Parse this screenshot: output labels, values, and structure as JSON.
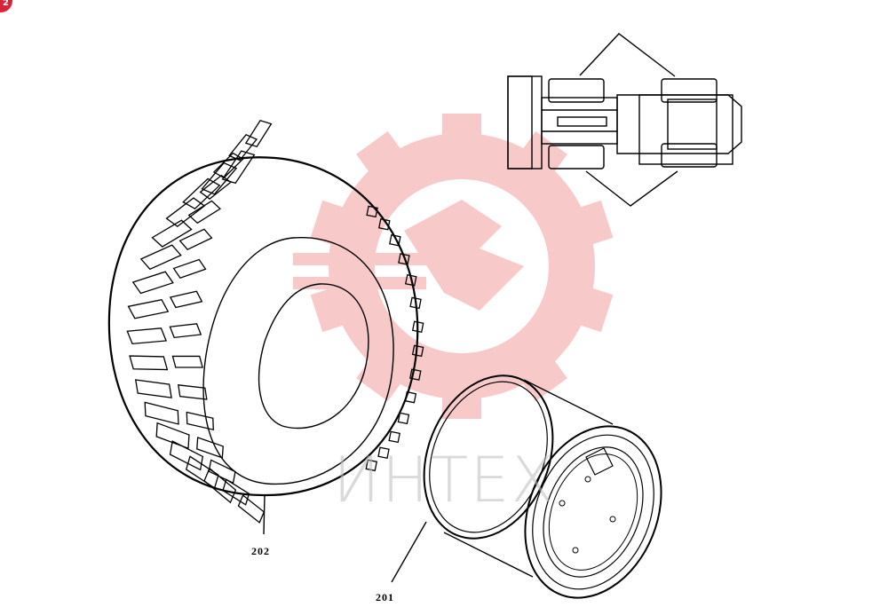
{
  "corner_badge": {
    "text": "2"
  },
  "watermark": {
    "text": "ИНТЕХ",
    "color": "#f08a8a",
    "text_color": "#bdbdbd"
  },
  "callouts": [
    {
      "id": "tire",
      "label": "202"
    },
    {
      "id": "rim",
      "label": "201"
    }
  ],
  "colors": {
    "ink": "#000000",
    "paper": "#ffffff",
    "badge": "#d9243a"
  }
}
